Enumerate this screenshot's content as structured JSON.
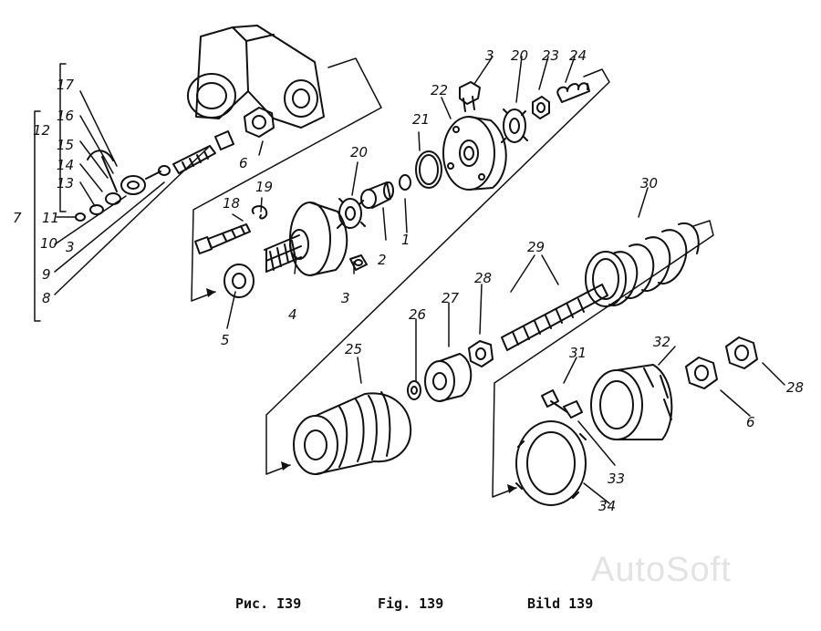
{
  "figure": {
    "labels": [
      "1",
      "2",
      "3",
      "3",
      "3",
      "4",
      "5",
      "6",
      "6",
      "7",
      "8",
      "9",
      "10",
      "11",
      "12",
      "13",
      "14",
      "15",
      "16",
      "17",
      "18",
      "19",
      "20",
      "20",
      "21",
      "22",
      "23",
      "24",
      "25",
      "26",
      "27",
      "28",
      "28",
      "29",
      "30",
      "31",
      "32",
      "33",
      "34"
    ],
    "captions": {
      "ru": "Рис. I39",
      "en": "Fig. 139",
      "de": "Bild 139"
    },
    "watermark": "AutoSoft"
  }
}
